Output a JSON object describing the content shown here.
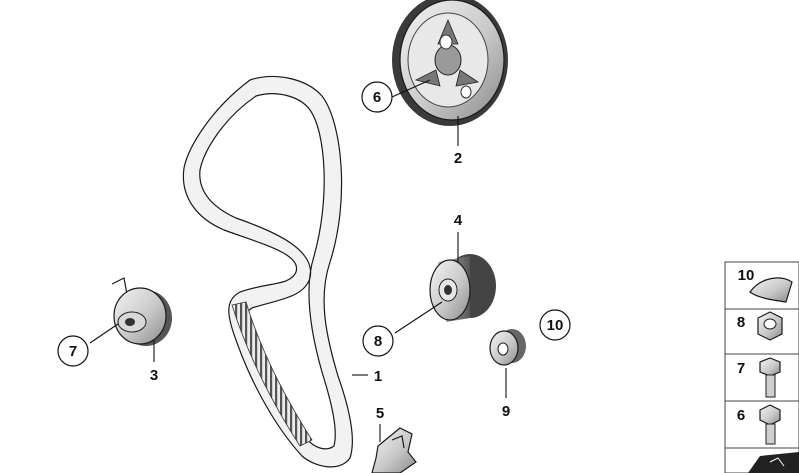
{
  "callouts": {
    "belt": "1",
    "sprocket": "2",
    "tensioner": "3",
    "idler": "4",
    "guide": "5",
    "sprocket_bolt": "6",
    "tensioner_bolt": "7",
    "idler_nut": "8",
    "gear": "9",
    "circled_10": "10"
  },
  "side_panel": {
    "items": [
      "10",
      "8",
      "7",
      "6"
    ]
  }
}
